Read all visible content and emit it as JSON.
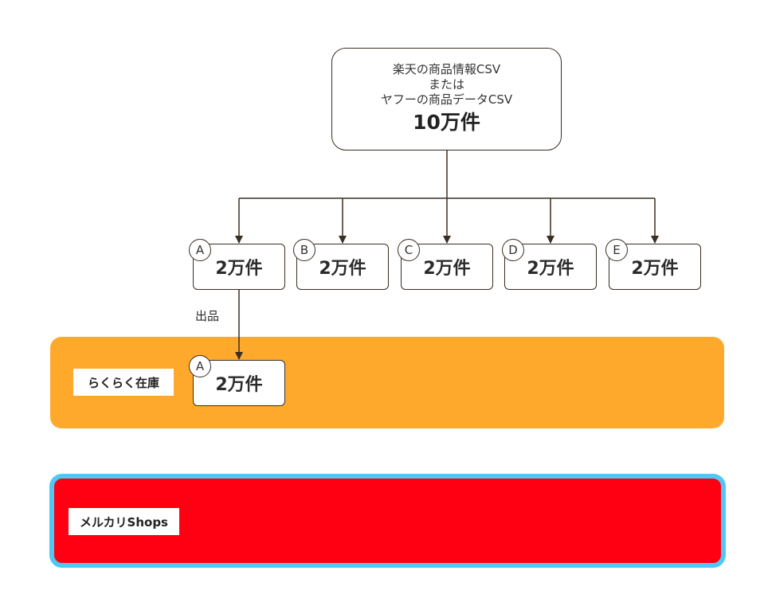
{
  "source": {
    "lines": [
      "楽天の商品情報CSV",
      "または",
      "ヤフーの商品データCSV"
    ],
    "total": "10万件"
  },
  "splits": [
    {
      "badge": "A",
      "count": "2万件"
    },
    {
      "badge": "B",
      "count": "2万件"
    },
    {
      "badge": "C",
      "count": "2万件"
    },
    {
      "badge": "D",
      "count": "2万件"
    },
    {
      "badge": "E",
      "count": "2万件"
    }
  ],
  "edge_label": "出品",
  "rakuraku": {
    "label": "らくらく在庫",
    "item": {
      "badge": "A",
      "count": "2万件"
    },
    "band_color": "#ffa92c"
  },
  "mercari": {
    "label": "メルカリShops",
    "band_color": "#ff0012",
    "border_color": "#4ec8f4"
  },
  "line_color": "#3a2e22"
}
